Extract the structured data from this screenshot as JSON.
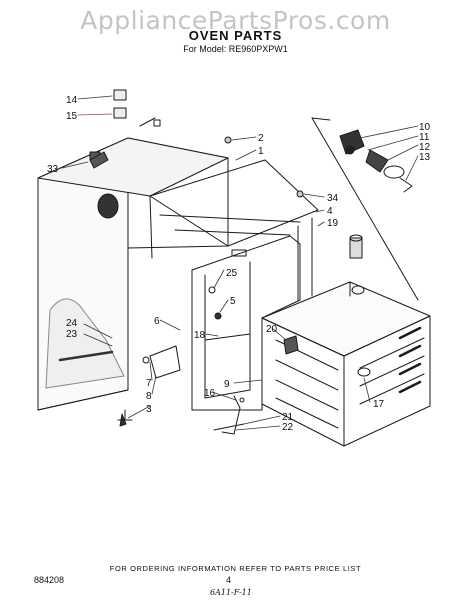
{
  "watermark": "AppliancePartsPros.com",
  "header": {
    "title": "OVEN PARTS",
    "model_line": "For Model: RE960PXPW1"
  },
  "callouts": [
    "14",
    "15",
    "33",
    "2",
    "1",
    "10",
    "11",
    "12",
    "13",
    "34",
    "4",
    "19",
    "25",
    "5",
    "18",
    "6",
    "24",
    "23",
    "20",
    "7",
    "8",
    "3",
    "9",
    "16",
    "17",
    "21",
    "22"
  ],
  "footer": {
    "code": "884208",
    "note": "FOR ORDERING INFORMATION REFER TO PARTS PRICE LIST",
    "page": "4",
    "handwritten": "6A11-F-11"
  }
}
